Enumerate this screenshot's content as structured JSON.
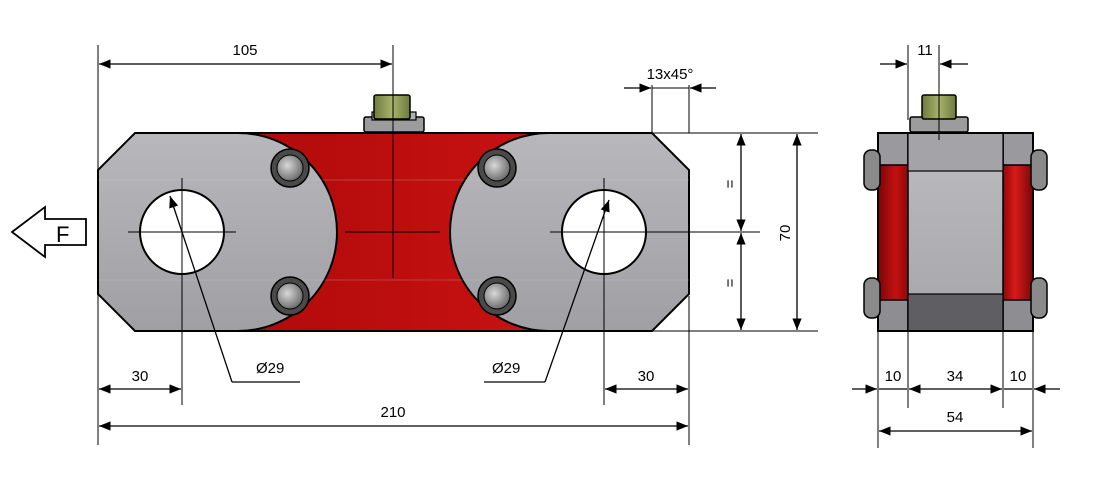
{
  "drawing": {
    "front_view": {
      "overall_length": "210",
      "center_to_center_half": "105",
      "end_offset_left": "30",
      "end_offset_right": "30",
      "hole_left": "Ø29",
      "hole_right": "Ø29",
      "height": "70",
      "equal_mark_top": "=",
      "equal_mark_bottom": "=",
      "chamfer": "13x45°",
      "force_label": "F"
    },
    "side_view": {
      "connector_width": "11",
      "side_left": "10",
      "core_width": "34",
      "side_right": "10",
      "overall_width": "54"
    }
  },
  "colors": {
    "steel": "#a7a7ab",
    "steel_dark": "#8a8a8e",
    "red": "#c40e0e",
    "red_dark": "#7e0808",
    "connector": "#8f9a5a",
    "bolt": "#9a9a9a"
  }
}
